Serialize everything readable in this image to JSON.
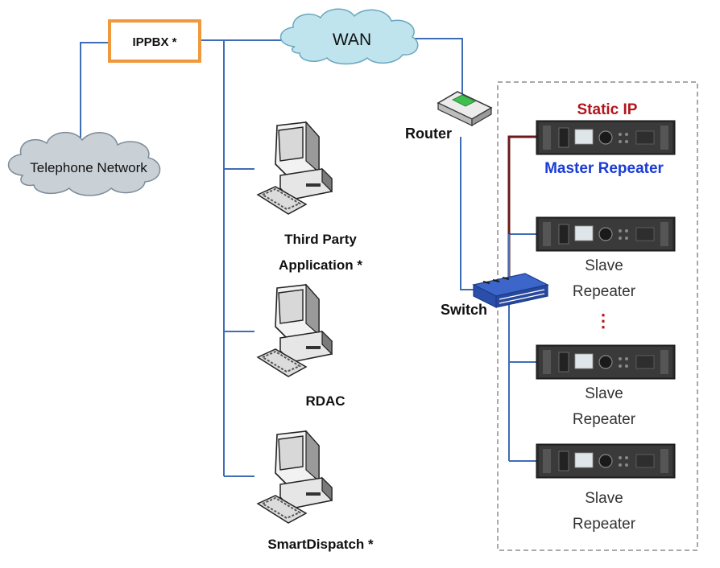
{
  "nodes": {
    "ippbx": "IPPBX *",
    "wan": "WAN",
    "telephone_network": "Telephone Network",
    "router": "Router",
    "switch": "Switch",
    "third_party_line1": "Third Party",
    "third_party_line2": "Application *",
    "rdac": "RDAC",
    "smartdispatch": "SmartDispatch *",
    "static_ip": "Static IP",
    "master_repeater": "Master Repeater",
    "slave_line1": "Slave",
    "slave_line2": "Repeater",
    "ellipsis": "⋮"
  },
  "colors": {
    "link": "#3f6db5",
    "master_link": "#6b1a1a",
    "ippbx_border": "#f0983c",
    "static_ip": "#b3141c",
    "master_repeater": "#1a3bd6",
    "cloud_wan": "#bfe4ee",
    "cloud_tel": "#c9d0d6",
    "dashed_box": "#a9a9a9"
  }
}
